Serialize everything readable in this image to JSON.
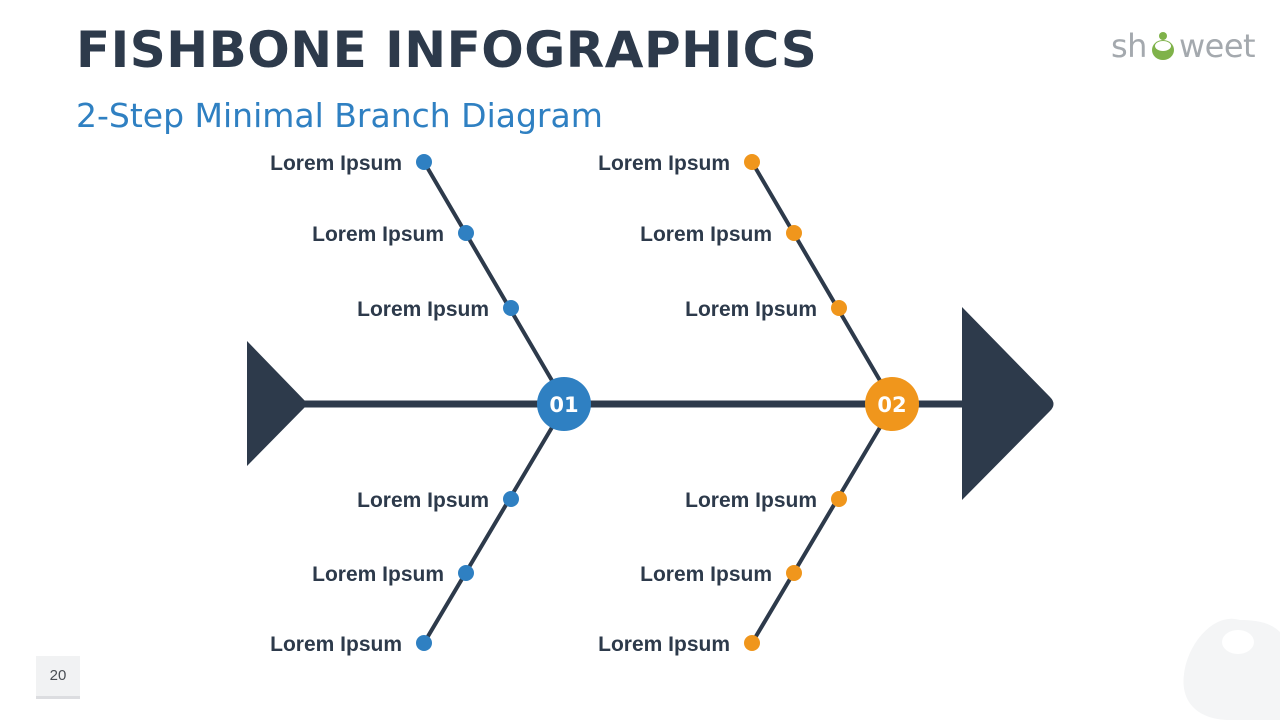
{
  "header": {
    "title": "FISHBONE INFOGRAPHICS",
    "subtitle": "2-Step Minimal Branch Diagram"
  },
  "brand": {
    "text_before": "sh",
    "text_after": "weet",
    "logo_icon": "showeet-drop-icon"
  },
  "page_number": "20",
  "colors": {
    "dark": "#2d3a4b",
    "step1": "#2f80c2",
    "step2": "#f0961c",
    "brand_grey": "#a4a9ae",
    "brand_green": "#7fb24a"
  },
  "diagram": {
    "steps": [
      {
        "number": "01",
        "color_key": "step1",
        "top_labels": [
          "Lorem Ipsum",
          "Lorem Ipsum",
          "Lorem Ipsum"
        ],
        "bottom_labels": [
          "Lorem Ipsum",
          "Lorem Ipsum",
          "Lorem Ipsum"
        ]
      },
      {
        "number": "02",
        "color_key": "step2",
        "top_labels": [
          "Lorem Ipsum",
          "Lorem Ipsum",
          "Lorem Ipsum"
        ],
        "bottom_labels": [
          "Lorem Ipsum",
          "Lorem Ipsum",
          "Lorem Ipsum"
        ]
      }
    ]
  }
}
